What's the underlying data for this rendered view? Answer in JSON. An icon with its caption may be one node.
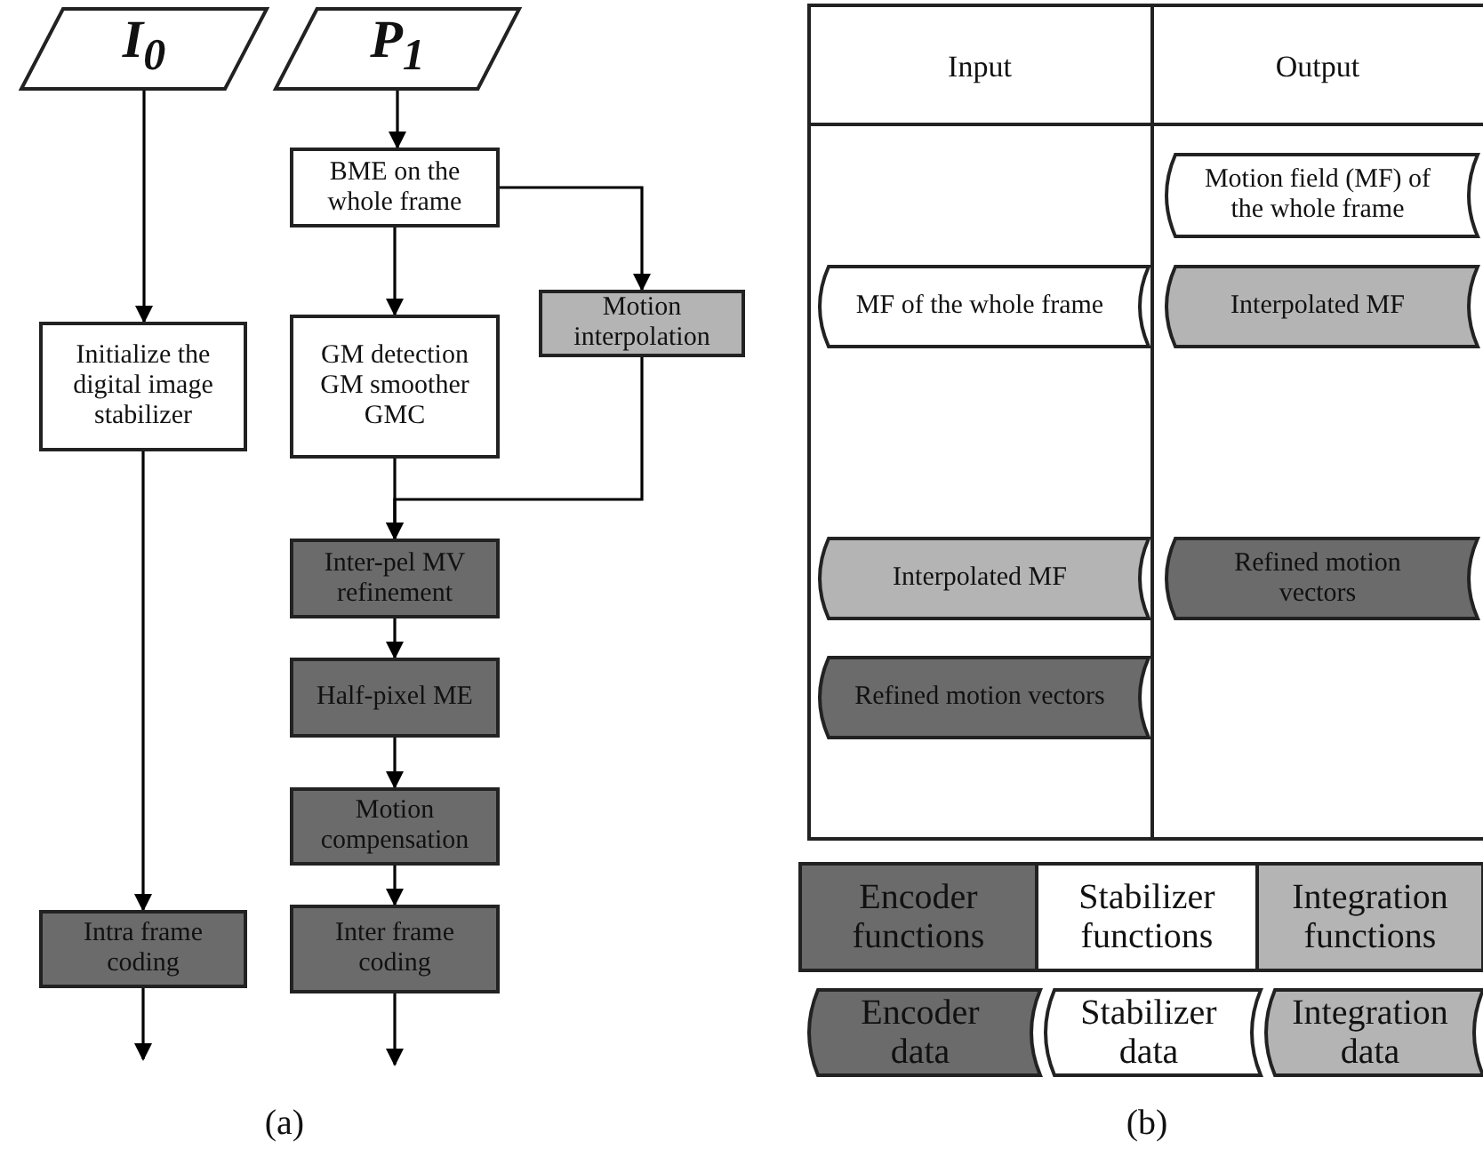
{
  "diagram": {
    "nodes": [
      {
        "text": [
          "I$_{0}$"
        ]
      },
      {
        "text": [
          "P$_{1}$"
        ]
      },
      {
        "text": [
          "BME on the whole frame"
        ]
      },
      {
        "text": [
          "Initialize the digital image stabilizer"
        ]
      },
      {
        "text": [
          "GM detection",
          "GM smoother",
          "GMC"
        ]
      },
      {
        "text": [
          "Motion interpolation"
        ]
      },
      {
        "text": [
          "Inter-pel MV refinement"
        ]
      },
      {
        "text": [
          "Half-pixel ME"
        ]
      },
      {
        "text": [
          "Motion compensation"
        ]
      },
      {
        "text": [
          "Intra frame coding"
        ]
      },
      {
        "text": [
          "Inter frame coding"
        ]
      },
      {
        "text": [
          "Motion field (MF) of the whole frame"
        ]
      },
      {
        "text": [
          "MF of the whole frame"
        ]
      },
      {
        "text": [
          "Interpolated MF"
        ]
      },
      {
        "text": [
          "Interpolated MF"
        ]
      },
      {
        "text": [
          "Refined motion vectors"
        ]
      },
      {
        "text": [
          "Refined motion vectors"
        ]
      }
    ],
    "edges": [
      {
        "from": 0,
        "to": 3,
        "arrow": "to"
      },
      {
        "from": 1,
        "to": 2,
        "arrow": "to"
      },
      {
        "from": 2,
        "to": 4,
        "arrow": "to"
      },
      {
        "from": 2,
        "to": 5,
        "arrow": "to"
      },
      {
        "from": 4,
        "to": 6,
        "arrow": "to"
      },
      {
        "from": 5,
        "to": 6,
        "arrow": "to"
      },
      {
        "from": 6,
        "to": 7,
        "arrow": "to"
      },
      {
        "from": 7,
        "to": 8,
        "arrow": "to"
      },
      {
        "from": 8,
        "to": 10,
        "arrow": "to"
      },
      {
        "from": 3,
        "to": 9,
        "arrow": "to"
      },
      {
        "from": 9,
        "to": null,
        "arrow": "to"
      },
      {
        "from": 10,
        "to": null,
        "arrow": "to"
      }
    ],
    "labels": [
      "Input",
      "Output",
      "(a)",
      "(b)"
    ],
    "legend": [
      {
        "text": "Encoder functions",
        "color": "#6b6b6b"
      },
      {
        "text": "Stabilizer functions",
        "color": "#ffffff"
      },
      {
        "text": "Integration functions",
        "color": "#b4b4b4"
      },
      {
        "text": "Encoder data",
        "color": "#6b6b6b"
      },
      {
        "text": "Stabilizer data",
        "color": "#ffffff"
      },
      {
        "text": "Integration data",
        "color": "#b4b4b4"
      }
    ]
  }
}
